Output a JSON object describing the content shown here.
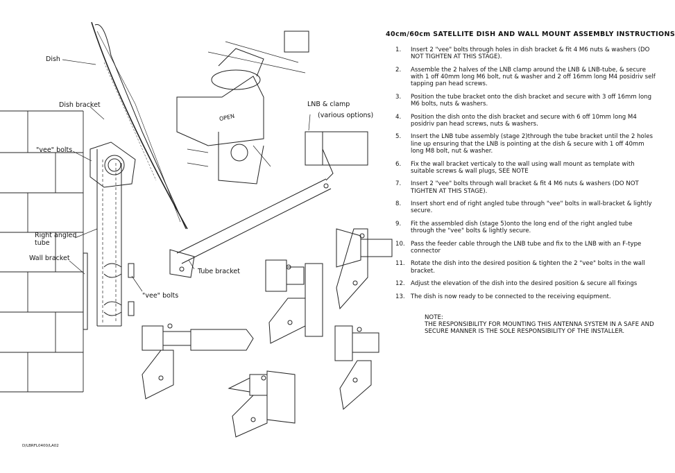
{
  "instructions": {
    "title": "40cm/60cm SATELLITE DISH AND WALL MOUNT ASSEMBLY INSTRUCTIONS",
    "steps": [
      {
        "num": "1.",
        "text": "Insert 2 \"vee\" bolts through holes in dish bracket & fit 4 M6 nuts & washers (DO NOT TIGHTEN AT THIS STAGE)."
      },
      {
        "num": "2.",
        "text": "Assemble the 2 halves of the LNB clamp around the LNB & LNB-tube, & secure with 1 off 40mm long M6 bolt, nut & washer and 2 off 16mm long M4 posidriv self tapping pan head screws."
      },
      {
        "num": "3.",
        "text": "Position the tube bracket onto the dish bracket and secure with 3 off 16mm long M6 bolts, nuts & washers."
      },
      {
        "num": "4.",
        "text": "Position the dish onto the dish bracket and secure with 6 off 10mm long M4 posidriv pan head screws, nuts & washers."
      },
      {
        "num": "5.",
        "text": "Insert the LNB tube assembly (stage 2)through the tube bracket until the 2 holes line up ensuring that the LNB is pointing at the dish & secure with 1 off 40mm long M8 bolt, nut & washer."
      },
      {
        "num": "6.",
        "text": "Fix the wall bracket verticaly to the wall using wall mount as template with suitable screws & wall plugs, SEE NOTE"
      },
      {
        "num": "7.",
        "text": "Insert 2 \"vee\" bolts through wall bracket & fit 4 M6 nuts & washers (DO NOT TIGHTEN AT THIS STAGE)."
      },
      {
        "num": "8.",
        "text": "Insert short end of right angled tube through \"vee\" bolts in wall-bracket & lightly secure."
      },
      {
        "num": "9.",
        "text": "Fit the assembled dish (stage 5)onto the long end of the right angled tube through the \"vee\" bolts & lightly secure."
      },
      {
        "num": "10.",
        "text": "Pass the feeder cable through the LNB tube and fix to the LNB with an F-type connector"
      },
      {
        "num": "11.",
        "text": "Rotate the dish into the desired position & tighten the 2 \"vee\" bolts in the wall bracket."
      },
      {
        "num": "12.",
        "text": "Adjust the elevation of the dish into the desired position & secure all fixings"
      },
      {
        "num": "13.",
        "text": "The dish is now ready to be connected to the receiving equipment."
      }
    ],
    "note_heading": "NOTE:",
    "note_text": "THE RESPONSIBILITY FOR MOUNTING THIS ANTENNA SYSTEM IN A SAFE AND SECURE MANNER IS THE SOLE RESPONSIBILITY OF THE INSTALLER."
  },
  "labels": {
    "dish": "Dish",
    "dish_bracket": "Dish bracket",
    "vee_bolts_top": "\"vee\" bolts",
    "right_angled_tube_1": "Right angled",
    "right_angled_tube_2": "tube",
    "wall_bracket": "Wall bracket",
    "vee_bolts_bottom": "\"vee\" bolts",
    "tube_bracket": "Tube bracket",
    "lnb_clamp": "LNB & clamp",
    "various_options": "(various options)",
    "open": "OPEN"
  },
  "drawing_ref": "D/LBRFL0400/LA02"
}
